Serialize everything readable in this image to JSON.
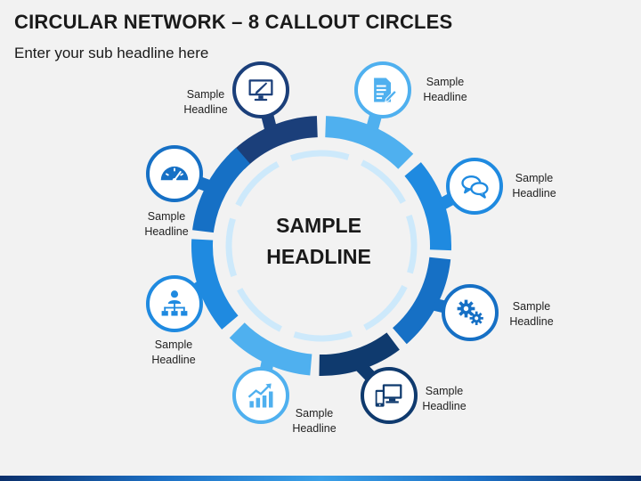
{
  "slide": {
    "title": "CIRCULAR NETWORK – 8 CALLOUT CIRCLES",
    "subtitle": "Enter your sub headline here"
  },
  "center": {
    "line1": "SAMPLE",
    "line2": "HEADLINE"
  },
  "callouts": [
    {
      "label_line1": "Sample",
      "label_line2": "Headline",
      "icon": "monitor-pen-icon",
      "color": "#1b3f7a"
    },
    {
      "label_line1": "Sample",
      "label_line2": "Headline",
      "icon": "document-pen-icon",
      "color": "#4fb0ef"
    },
    {
      "label_line1": "Sample",
      "label_line2": "Headline",
      "icon": "chat-bubbles-icon",
      "color": "#1f8ae0"
    },
    {
      "label_line1": "Sample",
      "label_line2": "Headline",
      "icon": "gears-icon",
      "color": "#1670c5"
    },
    {
      "label_line1": "Sample",
      "label_line2": "Headline",
      "icon": "devices-icon",
      "color": "#0f3a6e"
    },
    {
      "label_line1": "Sample",
      "label_line2": "Headline",
      "icon": "growth-chart-icon",
      "color": "#4fb0ef"
    },
    {
      "label_line1": "Sample",
      "label_line2": "Headline",
      "icon": "org-chart-icon",
      "color": "#1f8ae0"
    },
    {
      "label_line1": "Sample",
      "label_line2": "Headline",
      "icon": "speedometer-icon",
      "color": "#1670c5"
    }
  ],
  "colors": {
    "inner_dashes": "#cde9fb",
    "circle_fill": "#ffffff"
  }
}
